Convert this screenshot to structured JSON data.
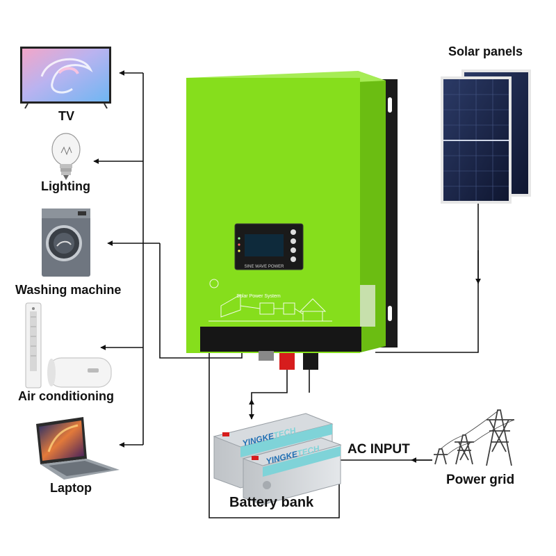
{
  "labels": {
    "solar_panels": "Solar panels",
    "tv": "TV",
    "lighting": "Lighting",
    "washing_machine": "Washing machine",
    "air_conditioning": "Air conditioning",
    "laptop": "Laptop",
    "battery_bank": "Battery bank",
    "ac_input": "AC INPUT",
    "power_grid": "Power grid"
  },
  "inverter": {
    "display_caption": "SINE WAVE POWER",
    "panel_caption": "Solar Power System"
  },
  "battery": {
    "brand_part1": "YINGKE",
    "brand_part2": "TECH"
  },
  "colors": {
    "inverter_green": "#86de1c",
    "inverter_side": "#66b40e",
    "wire": "#111111",
    "battery_body": "#c9cdd1",
    "battery_band": "#7fd3d8",
    "tower": "#4a4a4a"
  },
  "icons": [
    "tv-icon",
    "light-bulb-icon",
    "washing-machine-icon",
    "air-conditioner-icon",
    "water-heater-icon",
    "laptop-icon",
    "solar-panel-icon",
    "battery-icon",
    "power-tower-icon",
    "inverter-icon"
  ]
}
